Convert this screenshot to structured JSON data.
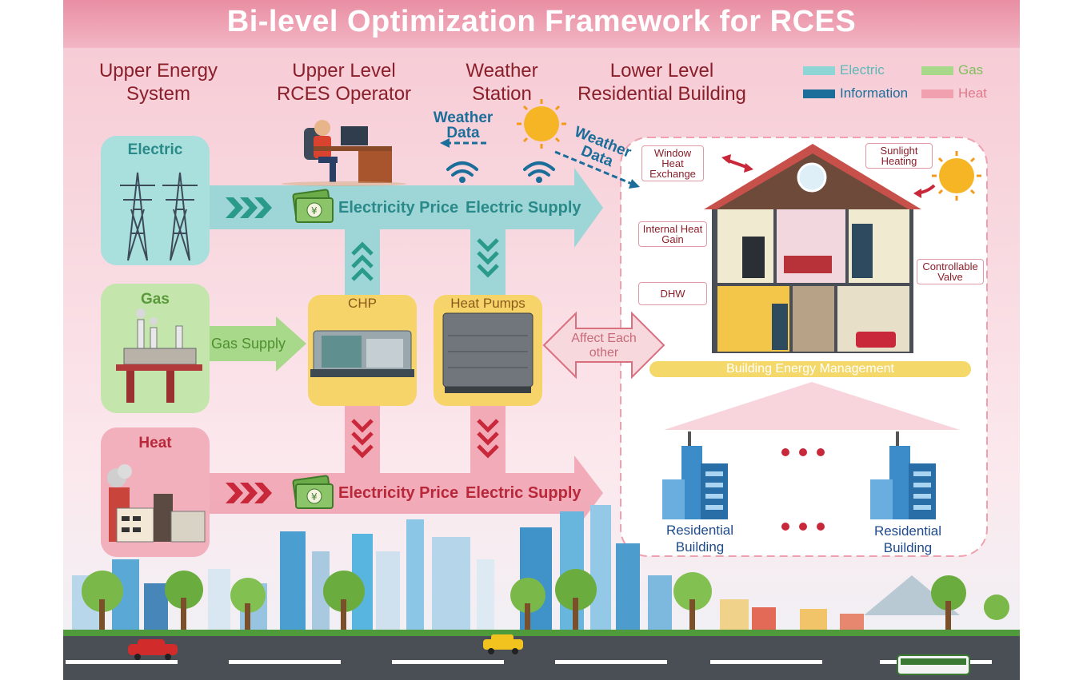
{
  "title": "Bi-level Optimization Framework for RCES",
  "headers": {
    "upper_energy": "Upper Energy System",
    "upper_level": "Upper Level RCES Operator",
    "weather_station": "Weather Station",
    "lower_level": "Lower Level Residential Building"
  },
  "legend": [
    {
      "label": "Electric",
      "color": "#8ed5d5"
    },
    {
      "label": "Gas",
      "color": "#a8d88a"
    },
    {
      "label": "Information",
      "color": "#1c6e9a"
    },
    {
      "label": "Heat",
      "color": "#f0a0ae"
    }
  ],
  "panels": {
    "electric": "Electric",
    "gas": "Gas",
    "heat": "Heat"
  },
  "flows": {
    "electricity_price_top": "Electricity Price",
    "electric_supply_top": "Electric Supply",
    "gas_supply": "Gas Supply",
    "electricity_price_bottom": "Electricity Price",
    "electric_supply_bottom": "Electric Supply"
  },
  "devices": {
    "chp": "CHP",
    "heat_pumps": "Heat Pumps"
  },
  "weather": {
    "data_left": "Weather Data",
    "data_right": "Weather Data"
  },
  "affect": "Affect Each other",
  "building_tags": {
    "window": "Window Heat Exchange",
    "sunlight": "Sunlight Heating",
    "internal": "Internal Heat Gain",
    "valve": "Controllable Valve",
    "dhw": "DHW"
  },
  "bem": "Building Energy Management",
  "residential": [
    "Residential Building",
    "Residential Building"
  ],
  "colors": {
    "electric": "#8ed5d5",
    "gas": "#a8d88a",
    "heat": "#f0a0ae",
    "information": "#1c6e9a",
    "device_box": "#f7d46a",
    "dark_red": "#8a1f2a"
  }
}
